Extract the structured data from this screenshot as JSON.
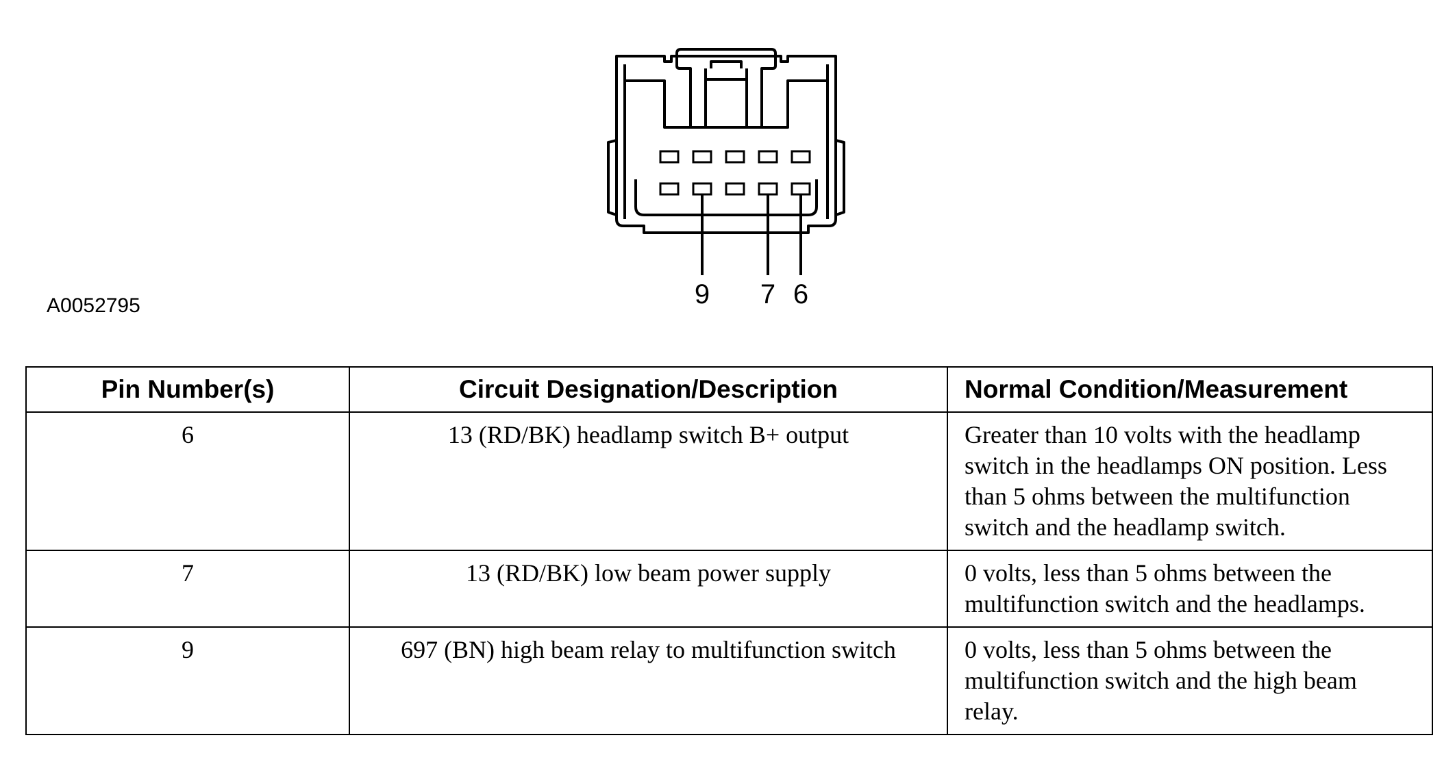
{
  "figure_id": "A0052795",
  "connector": {
    "pin_labels": [
      "9",
      "7",
      "6"
    ]
  },
  "table": {
    "headers": [
      "Pin Number(s)",
      "Circuit Designation/Description",
      "Normal Condition/Measurement"
    ],
    "rows": [
      {
        "pins": "6",
        "circuit": "13 (RD/BK) headlamp switch B+ output",
        "measurement": "Greater than 10 volts with the headlamp switch in the headlamps ON position. Less than 5 ohms between the multifunction switch and the headlamp switch."
      },
      {
        "pins": "7",
        "circuit": "13 (RD/BK) low beam power supply",
        "measurement": "0 volts, less than 5 ohms between the multifunction switch and the headlamps."
      },
      {
        "pins": "9",
        "circuit": "697 (BN) high beam relay to multifunction switch",
        "measurement": "0 volts, less than 5 ohms between the multifunction switch and the high beam relay."
      }
    ]
  }
}
